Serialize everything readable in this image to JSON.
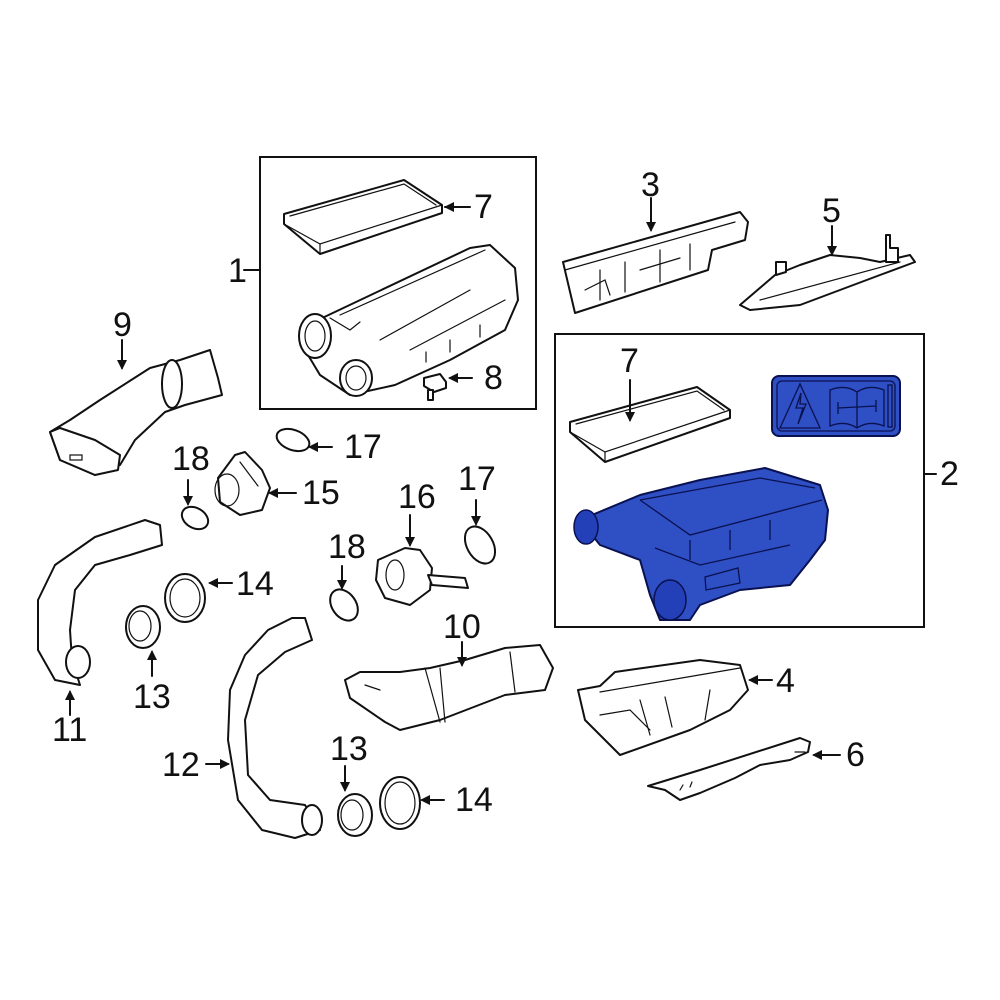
{
  "diagram": {
    "highlight_color": "#2f4fc4",
    "line_color": "#111111",
    "background": "#ffffff",
    "groups": [
      {
        "id": "group-1",
        "callout": "1",
        "contains": [
          "7",
          "8"
        ]
      },
      {
        "id": "group-2",
        "callout": "2",
        "contains": [
          "7"
        ],
        "highlighted": true
      }
    ],
    "callouts": [
      {
        "id": "c1",
        "label": "1",
        "part": "air-cleaner-assembly"
      },
      {
        "id": "c2",
        "label": "2",
        "part": "air-cleaner-housing-highlighted"
      },
      {
        "id": "c3",
        "label": "3",
        "part": "upper-cover"
      },
      {
        "id": "c4",
        "label": "4",
        "part": "lower-bracket"
      },
      {
        "id": "c5",
        "label": "5",
        "part": "upper-shield"
      },
      {
        "id": "c6",
        "label": "6",
        "part": "lower-shield"
      },
      {
        "id": "c7a",
        "label": "7",
        "part": "air-filter-element"
      },
      {
        "id": "c7b",
        "label": "7",
        "part": "air-filter-element"
      },
      {
        "id": "c8",
        "label": "8",
        "part": "sensor"
      },
      {
        "id": "c9",
        "label": "9",
        "part": "intake-duct"
      },
      {
        "id": "c10",
        "label": "10",
        "part": "intake-duct"
      },
      {
        "id": "c11",
        "label": "11",
        "part": "outlet-hose"
      },
      {
        "id": "c12",
        "label": "12",
        "part": "outlet-hose"
      },
      {
        "id": "c13a",
        "label": "13",
        "part": "seal"
      },
      {
        "id": "c13b",
        "label": "13",
        "part": "seal"
      },
      {
        "id": "c14a",
        "label": "14",
        "part": "clamp"
      },
      {
        "id": "c14b",
        "label": "14",
        "part": "clamp"
      },
      {
        "id": "c15",
        "label": "15",
        "part": "mass-air-flow-sensor-housing"
      },
      {
        "id": "c16",
        "label": "16",
        "part": "mass-air-flow-sensor-housing"
      },
      {
        "id": "c17a",
        "label": "17",
        "part": "clamp"
      },
      {
        "id": "c17b",
        "label": "17",
        "part": "clamp"
      },
      {
        "id": "c18a",
        "label": "18",
        "part": "clamp"
      },
      {
        "id": "c18b",
        "label": "18",
        "part": "clamp"
      }
    ],
    "warning_label_icons": [
      "high-voltage-warning-icon",
      "service-manual-wrench-icon"
    ]
  }
}
